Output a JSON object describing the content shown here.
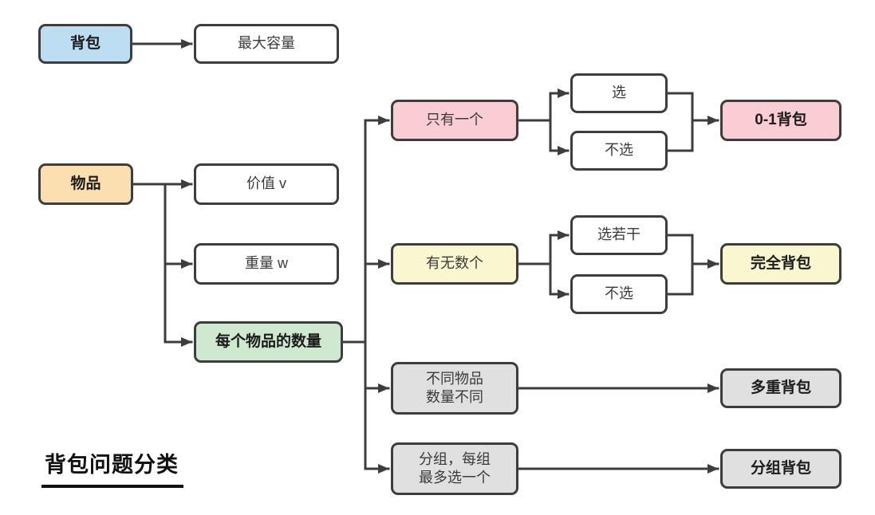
{
  "title": "背包问题分类",
  "colors": {
    "border": "#3d3d3d",
    "arrow": "#3d3d3d",
    "blue": "#bdddf3",
    "orange": "#fbdfb1",
    "green": "#cfe8d0",
    "pink": "#f9cdd3",
    "yellow": "#faf7d0",
    "gray": "#e0e0e0",
    "white": "#ffffff"
  },
  "nodes": {
    "backpack": {
      "label": "背包"
    },
    "max_capacity": {
      "label": "最大容量"
    },
    "item": {
      "label": "物品"
    },
    "value_v": {
      "label": "价值 v"
    },
    "weight_w": {
      "label": "重量 w"
    },
    "item_count": {
      "label": "每个物品的数量"
    },
    "only_one": {
      "label": "只有一个"
    },
    "pick": {
      "label": "选"
    },
    "no_pick": {
      "label": "不选"
    },
    "zero_one_knapsack": {
      "label": "0-1背包"
    },
    "unlimited_count": {
      "label": "有无数个"
    },
    "pick_several": {
      "label": "选若干"
    },
    "no_pick_2": {
      "label": "不选"
    },
    "complete_knapsack": {
      "label": "完全背包"
    },
    "diff_counts": {
      "line1": "不同物品",
      "line2": "数量不同"
    },
    "multiple_knapsack": {
      "label": "多重背包"
    },
    "grouped_rule": {
      "line1": "分组，每组",
      "line2": "最多选一个"
    },
    "grouped_knapsack": {
      "label": "分组背包"
    }
  },
  "edges": [
    {
      "from": "backpack",
      "to": "max_capacity"
    },
    {
      "from": "item",
      "to": "value_v"
    },
    {
      "from": "item",
      "to": "weight_w"
    },
    {
      "from": "item",
      "to": "item_count"
    },
    {
      "from": "item_count",
      "to": "only_one"
    },
    {
      "from": "item_count",
      "to": "unlimited_count"
    },
    {
      "from": "item_count",
      "to": "diff_counts"
    },
    {
      "from": "item_count",
      "to": "grouped_rule"
    },
    {
      "from": "only_one",
      "to": "pick"
    },
    {
      "from": "only_one",
      "to": "no_pick"
    },
    {
      "from": "pick",
      "to": "zero_one_knapsack"
    },
    {
      "from": "no_pick",
      "to": "zero_one_knapsack"
    },
    {
      "from": "unlimited_count",
      "to": "pick_several"
    },
    {
      "from": "unlimited_count",
      "to": "no_pick_2"
    },
    {
      "from": "pick_several",
      "to": "complete_knapsack"
    },
    {
      "from": "no_pick_2",
      "to": "complete_knapsack"
    },
    {
      "from": "diff_counts",
      "to": "multiple_knapsack"
    },
    {
      "from": "grouped_rule",
      "to": "grouped_knapsack"
    }
  ]
}
